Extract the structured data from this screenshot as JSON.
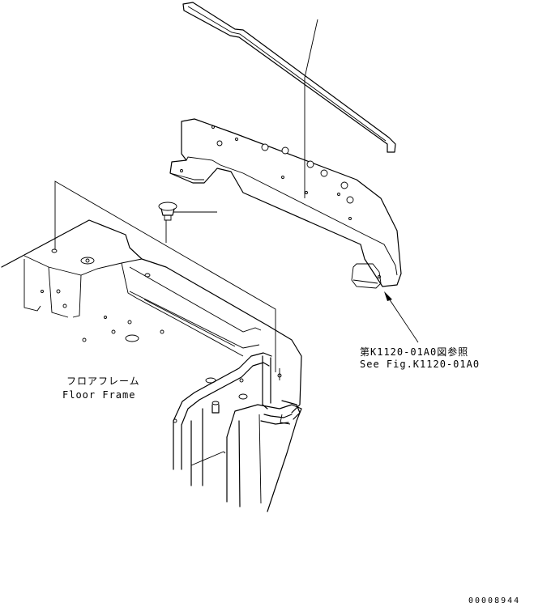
{
  "labels": {
    "floor_frame_ja": "フロアフレーム",
    "floor_frame_en": "Floor Frame",
    "ref_ja": "第K1120-01A0図参照",
    "ref_en": "See Fig.K1120-01A0",
    "drawing_number": "00008944"
  },
  "colors": {
    "line": "#000000",
    "background": "#ffffff"
  }
}
